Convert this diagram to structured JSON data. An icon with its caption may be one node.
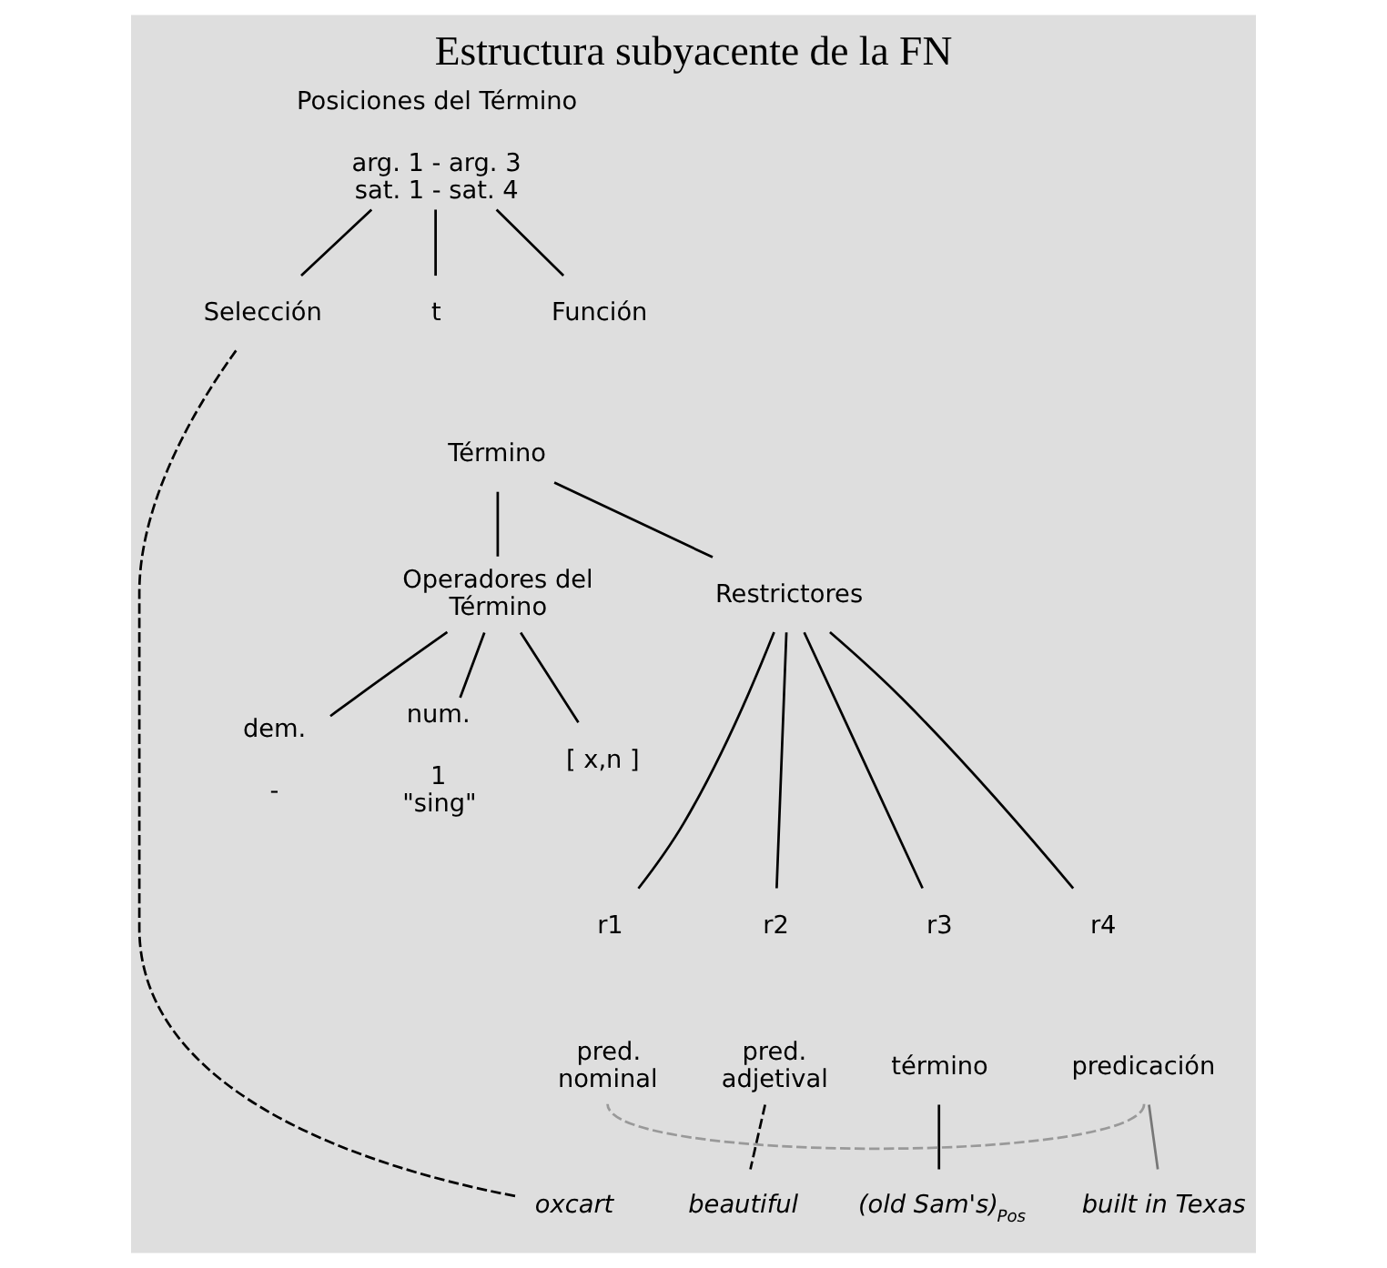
{
  "diagram": {
    "title": "Estructura subyacente de la FN",
    "nodes": [
      {
        "text": [
          "Posiciones del Término",
          "arg. 1 - arg. 3 sat. 1 - sat. 4"
        ]
      },
      {
        "text": [
          "Selección"
        ]
      },
      {
        "text": [
          "t"
        ]
      },
      {
        "text": [
          "Función"
        ]
      },
      {
        "text": [
          "Término"
        ]
      },
      {
        "text": [
          "Operadores del Término"
        ]
      },
      {
        "text": [
          "Restrictores"
        ]
      },
      {
        "text": [
          "dem."
        ],
        "beside": [
          "-"
        ]
      },
      {
        "text": [
          "num."
        ],
        "beside": [
          "1 \"sing\""
        ]
      },
      {
        "text": [
          "[ x,n ]"
        ]
      },
      {
        "text": [
          "r1"
        ]
      },
      {
        "text": [
          "r2"
        ]
      },
      {
        "text": [
          "r3"
        ]
      },
      {
        "text": [
          "r4"
        ]
      },
      {
        "text": [
          "pred. nominal"
        ]
      },
      {
        "text": [
          "pred. adjetival"
        ]
      },
      {
        "text": [
          "término"
        ]
      },
      {
        "text": [
          "predicación"
        ]
      },
      {
        "text": [
          "oxcart"
        ]
      },
      {
        "text": [
          "beautiful"
        ]
      },
      {
        "text": [
          "(old Sam's)$_{Pos}$"
        ]
      },
      {
        "text": [
          "built in Texas"
        ]
      }
    ],
    "edges": [
      {
        "from": 0,
        "to": 1,
        "arrow": "none"
      },
      {
        "from": 0,
        "to": 2,
        "arrow": "none"
      },
      {
        "from": 0,
        "to": 3,
        "arrow": "none"
      },
      {
        "from": 4,
        "to": 5,
        "arrow": "none"
      },
      {
        "from": 4,
        "to": 6,
        "arrow": "none"
      },
      {
        "from": 5,
        "to": 7,
        "arrow": "none"
      },
      {
        "from": 5,
        "to": 8,
        "arrow": "none"
      },
      {
        "from": 5,
        "to": 9,
        "arrow": "none"
      },
      {
        "from": 6,
        "to": 10,
        "arrow": "none"
      },
      {
        "from": 6,
        "to": 11,
        "arrow": "none"
      },
      {
        "from": 6,
        "to": 12,
        "arrow": "none"
      },
      {
        "from": 6,
        "to": 13,
        "arrow": "none"
      },
      {
        "from": 1,
        "to": 18,
        "arrow": "none",
        "style": "dashed"
      },
      {
        "from": 16,
        "to": 20,
        "arrow": "none"
      },
      {
        "from": 17,
        "to": 21,
        "arrow": "none",
        "color": "#777777"
      },
      {
        "from": 17,
        "to": 14,
        "arrow": "none",
        "style": "dashed",
        "color": "#999999"
      },
      {
        "from": 15,
        "to": 19,
        "arrow": "none",
        "style": "dashed"
      }
    ]
  }
}
